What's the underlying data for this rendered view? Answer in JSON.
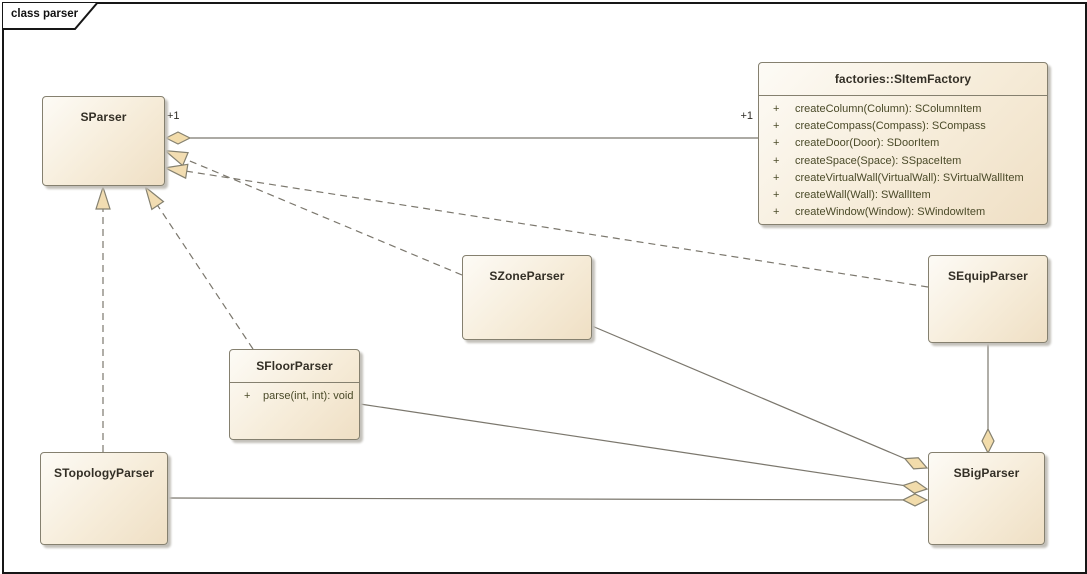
{
  "diagram": {
    "frame_label": "class parser"
  },
  "classes": {
    "sparser": {
      "name": "SParser"
    },
    "sitemfactory": {
      "name": "factories::SItemFactory",
      "methods": [
        {
          "visibility": "+",
          "signature": "createColumn(Column): SColumnItem"
        },
        {
          "visibility": "+",
          "signature": "createCompass(Compass): SCompass"
        },
        {
          "visibility": "+",
          "signature": "createDoor(Door): SDoorItem"
        },
        {
          "visibility": "+",
          "signature": "createSpace(Space): SSpaceItem"
        },
        {
          "visibility": "+",
          "signature": "createVirtualWall(VirtualWall): SVirtualWallItem"
        },
        {
          "visibility": "+",
          "signature": "createWall(Wall): SWallItem"
        },
        {
          "visibility": "+",
          "signature": "createWindow(Window): SWindowItem"
        }
      ]
    },
    "szoneparser": {
      "name": "SZoneParser"
    },
    "sequipparser": {
      "name": "SEquipParser"
    },
    "sfloorparser": {
      "name": "SFloorParser",
      "methods": [
        {
          "visibility": "+",
          "signature": "parse(int, int): void"
        }
      ]
    },
    "stopologyparser": {
      "name": "STopologyParser"
    },
    "sbigparser": {
      "name": "SBigParser"
    }
  },
  "relationship_labels": {
    "factory_source_multiplicity": "+1",
    "factory_target_multiplicity": "+1"
  },
  "relationships": [
    {
      "type": "aggregation",
      "from": "SItemFactory",
      "to": "SParser",
      "line": "solid"
    },
    {
      "type": "realization",
      "from": "SZoneParser",
      "to": "SParser",
      "line": "dashed"
    },
    {
      "type": "realization",
      "from": "SEquipParser",
      "to": "SParser",
      "line": "dashed"
    },
    {
      "type": "realization",
      "from": "SFloorParser",
      "to": "SParser",
      "line": "dashed"
    },
    {
      "type": "realization",
      "from": "STopologyParser",
      "to": "SParser",
      "line": "dashed"
    },
    {
      "type": "aggregation",
      "from": "SZoneParser",
      "to": "SBigParser",
      "line": "solid"
    },
    {
      "type": "aggregation",
      "from": "SFloorParser",
      "to": "SBigParser",
      "line": "solid"
    },
    {
      "type": "aggregation",
      "from": "STopologyParser",
      "to": "SBigParser",
      "line": "solid"
    },
    {
      "type": "aggregation",
      "from": "SEquipParser",
      "to": "SBigParser",
      "line": "solid"
    }
  ],
  "colors": {
    "box_fill_light": "#fdfbf6",
    "box_fill_tan": "#efdfc4",
    "box_border": "#85806f",
    "connector": "#7b776d",
    "marker_fill": "#f2dcab",
    "title_text": "#332f26",
    "method_text": "#4a4a28",
    "frame_border": "#161616"
  }
}
